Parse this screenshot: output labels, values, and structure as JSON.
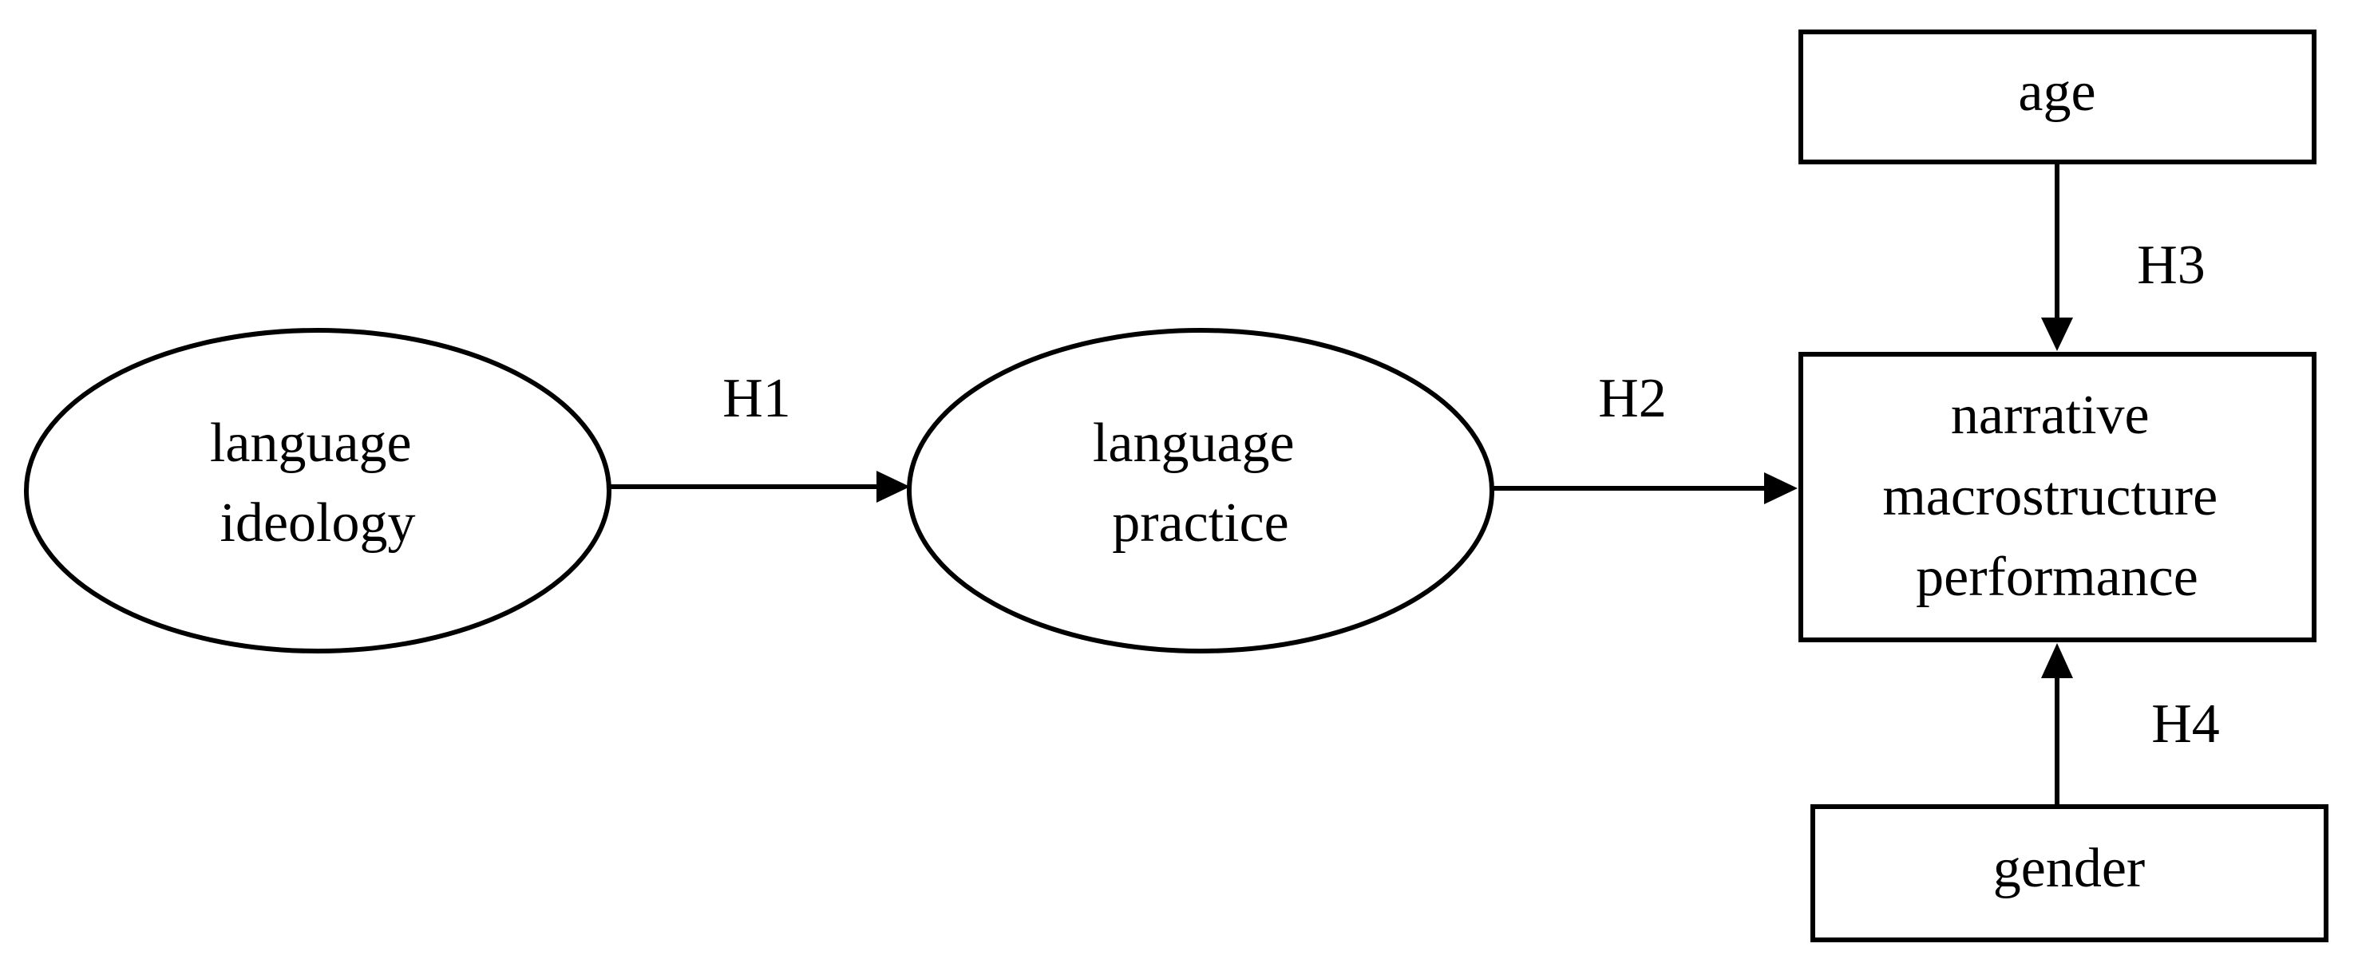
{
  "nodes": {
    "language_ideology": {
      "shape": "ellipse",
      "lines": [
        "language",
        "ideology"
      ]
    },
    "language_practice": {
      "shape": "ellipse",
      "lines": [
        "language",
        "practice"
      ]
    },
    "narrative_performance": {
      "shape": "rectangle",
      "lines": [
        "narrative",
        "macrostructure",
        "performance"
      ]
    },
    "age": {
      "shape": "rectangle",
      "lines": [
        "age"
      ]
    },
    "gender": {
      "shape": "rectangle",
      "lines": [
        "gender"
      ]
    }
  },
  "edges": [
    {
      "from": "language ideology",
      "to": "language practice",
      "label": "H1"
    },
    {
      "from": "language practice",
      "to": "narrative macrostructure performance",
      "label": "H2"
    },
    {
      "from": "age",
      "to": "narrative macrostructure performance",
      "label": "H3"
    },
    {
      "from": "gender",
      "to": "narrative macrostructure performance",
      "label": "H4"
    }
  ]
}
